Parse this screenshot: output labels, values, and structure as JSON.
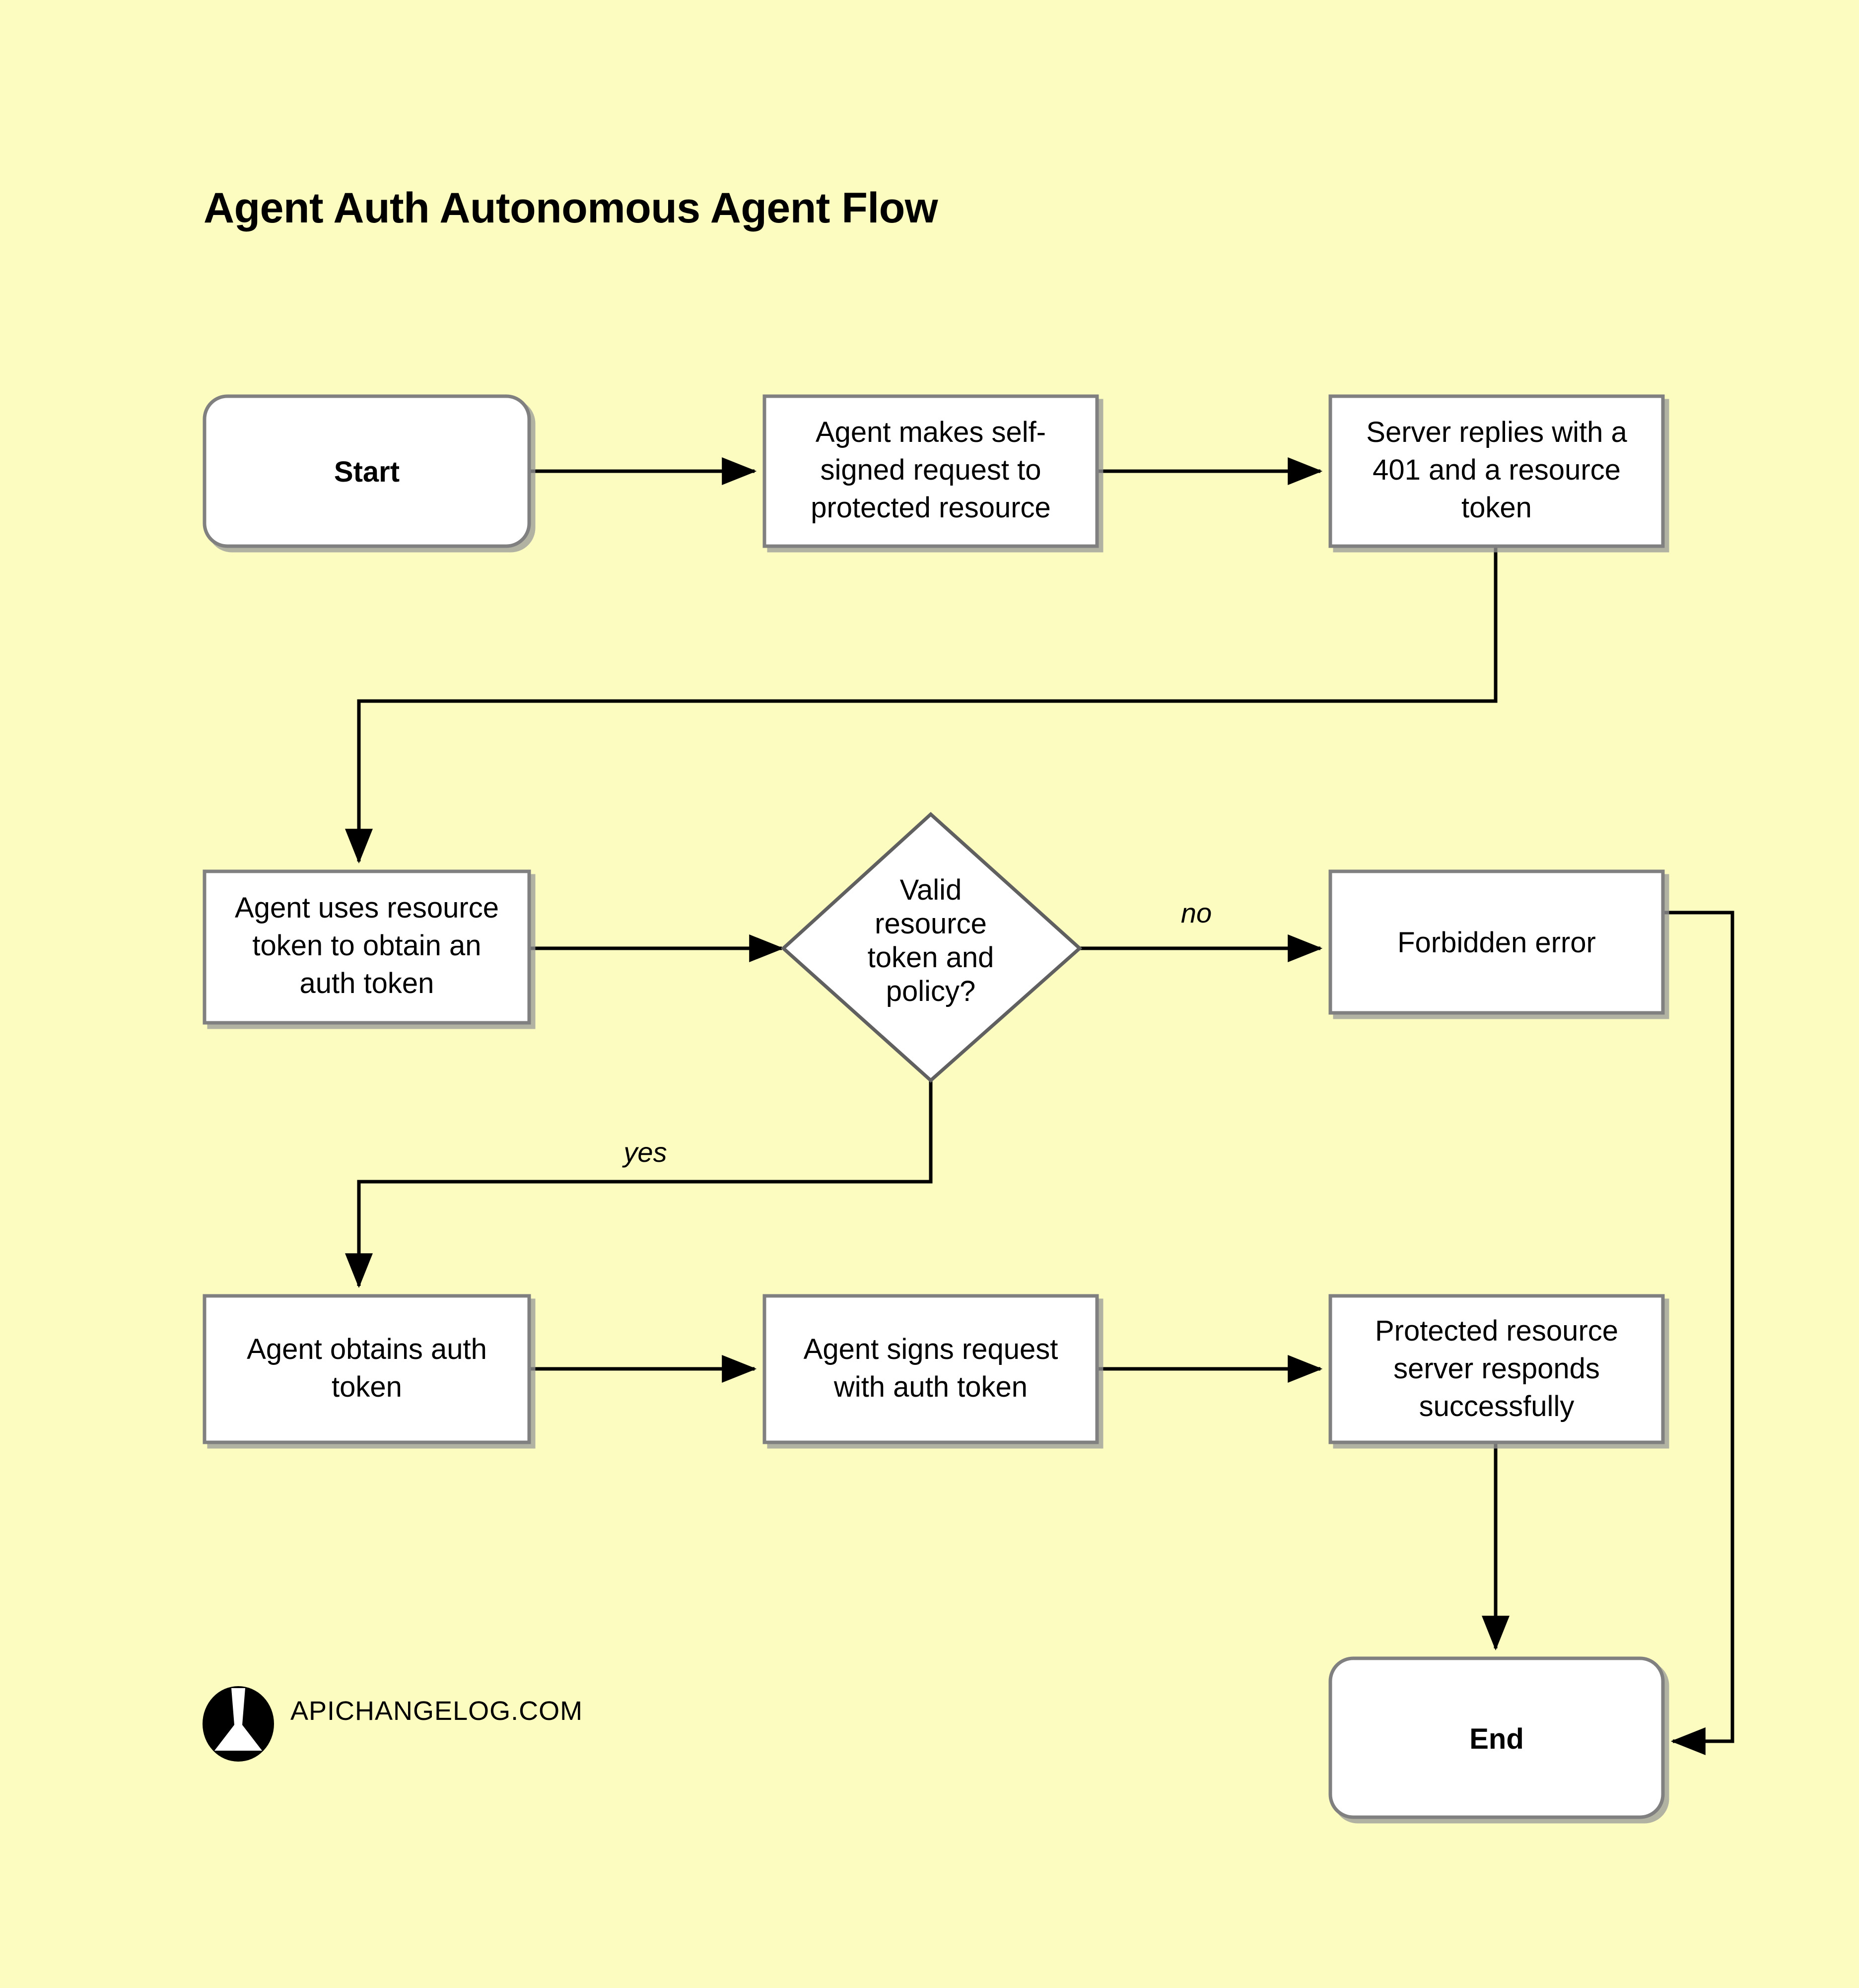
{
  "page": {
    "title": "Agent Auth Autonomous Agent Flow",
    "background_color": "#FCFCC0",
    "node_fill": "#FFFFFF",
    "node_border": "#808080",
    "connector_color": "#000000"
  },
  "nodes": {
    "start": {
      "label": "Start",
      "shape": "rounded-rectangle"
    },
    "request": {
      "line1": "Agent makes self-",
      "line2": "signed request to",
      "line3": "protected resource",
      "shape": "rectangle"
    },
    "reply401": {
      "line1": "Server replies with a",
      "line2": "401 and a resource",
      "line3": "token",
      "shape": "rectangle"
    },
    "use_resource_token": {
      "line1": "Agent uses resource",
      "line2": "token to obtain an",
      "line3": "auth token",
      "shape": "rectangle"
    },
    "decision": {
      "line1": "Valid",
      "line2": "resource",
      "line3": "token and",
      "line4": "policy?",
      "shape": "diamond"
    },
    "forbidden": {
      "line1": "Forbidden error",
      "shape": "rectangle"
    },
    "obtain_auth_token": {
      "line1": "Agent obtains auth",
      "line2": "token",
      "shape": "rectangle"
    },
    "sign_request": {
      "line1": "Agent signs request",
      "line2": "with auth token",
      "shape": "rectangle"
    },
    "success": {
      "line1": "Protected resource",
      "line2": "server responds",
      "line3": "successfully",
      "shape": "rectangle"
    },
    "end": {
      "label": "End",
      "shape": "rounded-rectangle"
    }
  },
  "edges": {
    "start_to_request": {
      "label": ""
    },
    "request_to_reply": {
      "label": ""
    },
    "reply_to_use_token": {
      "label": ""
    },
    "use_token_to_decision": {
      "label": ""
    },
    "decision_no": {
      "label": "no"
    },
    "decision_yes": {
      "label": "yes"
    },
    "obtain_to_sign": {
      "label": ""
    },
    "sign_to_success": {
      "label": ""
    },
    "success_to_end": {
      "label": ""
    },
    "forbidden_to_end": {
      "label": ""
    }
  },
  "footer": {
    "brand": "APICHANGELOG.COM",
    "logo_name": "apichangelog-logo-icon"
  }
}
